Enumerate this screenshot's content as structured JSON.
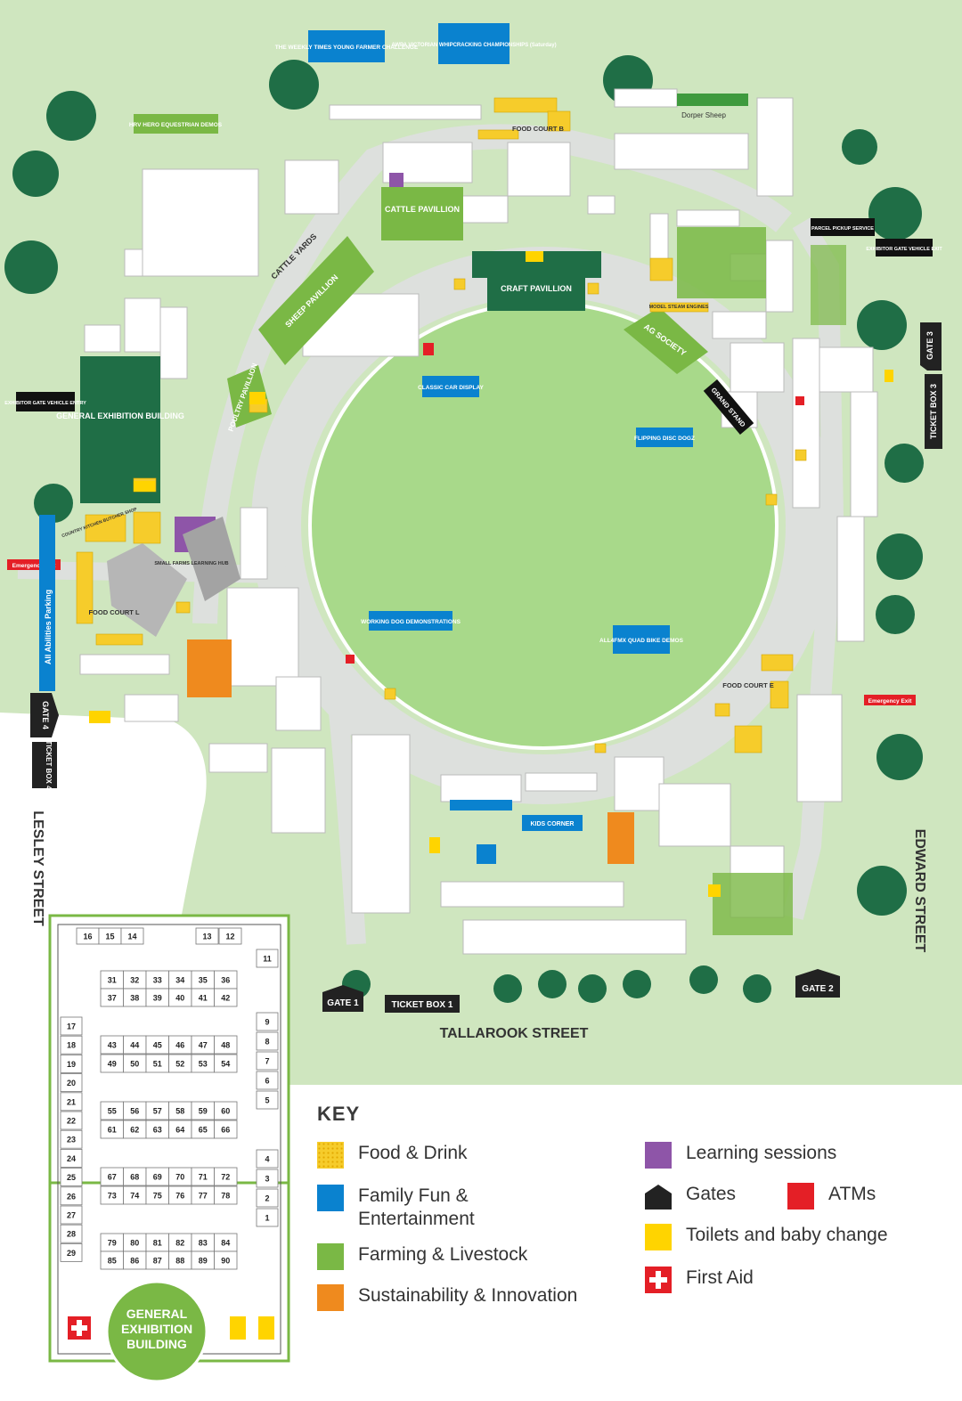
{
  "streets": {
    "lesley": "LESLEY STREET",
    "edward": "EDWARD STREET",
    "tallarook": "TALLAROOK STREET"
  },
  "gates": {
    "gate1": "GATE 1",
    "gate2": "GATE 2",
    "gate3": "GATE 3",
    "gate4": "GATE 4",
    "ticket1": "TICKET BOX 1",
    "ticket3": "TICKET BOX 3",
    "ticket4": "TICKET BOX 4"
  },
  "signs": {
    "exhibitor_gate_left": "EXHIBITOR GATE VEHICLE ENTRY",
    "exhibitor_gate_right": "EXHIBITOR GATE VEHICLE EXIT",
    "parcel_pickup": "PARCEL PICKUP SERVICE",
    "emergency_left": "Emergency Exit",
    "emergency_right": "Emergency Exit",
    "all_abilities": "All Abilities Parking",
    "grand_stand": "GRAND STAND"
  },
  "events": {
    "young_farmer": "THE WEEKLY TIMES YOUNG FARMER CHALLENGE",
    "whipcracking": "AWPA VICTORIAN WHIPCRACKING CHAMPIONSHIPS (Saturday)",
    "classic_car": "CLASSIC CAR DISPLAY",
    "flipping_disc": "FLIPPING DISC DOGZ",
    "working_dog": "WORKING DOG DEMONSTRATIONS",
    "all4fmx": "ALL4FMX QUAD BIKE DEMOS",
    "kids_corner": "KIDS CORNER",
    "hrv_hero": "HRV HERO EQUESTRIAN DEMOS"
  },
  "buildings": {
    "cattle_pavillion": "CATTLE PAVILLION",
    "craft_pavillion": "CRAFT PAVILLION",
    "sheep_pavillion": "SHEEP PAVILLION",
    "poultry_pavillion": "POULTRY PAVILLION",
    "general_exhibition": "GENERAL EXHIBITION BUILDING",
    "ag_society": "AG SOCIETY",
    "cattle_yards": "CATTLE YARDS",
    "food_court_b": "FOOD COURT B",
    "food_court_e": "FOOD COURT E",
    "food_court_l": "FOOD COURT L",
    "dorper_sheep": "Dorper Sheep",
    "model_steam": "MODEL STEAM ENGINES",
    "small_farms": "SMALL FARMS LEARNING HUB",
    "country_kitchen": "COUNTRY KITCHEN BUTCHER SHOP"
  },
  "inset": {
    "label": "GENERAL EXHIBITION BUILDING",
    "top_row": [
      "16",
      "15",
      "14",
      "13",
      "12"
    ],
    "right_col_top": [
      "11"
    ],
    "right_col": [
      "9",
      "8",
      "7",
      "6",
      "5"
    ],
    "right_col_low": [
      "4",
      "3",
      "2",
      "1"
    ],
    "left_col": [
      "17",
      "18",
      "19",
      "20",
      "21",
      "22",
      "23",
      "24",
      "25",
      "26",
      "27",
      "28",
      "29"
    ],
    "grid": [
      [
        "31",
        "32",
        "33",
        "34",
        "35",
        "36"
      ],
      [
        "37",
        "38",
        "39",
        "40",
        "41",
        "42"
      ],
      [
        "43",
        "44",
        "45",
        "46",
        "47",
        "48"
      ],
      [
        "49",
        "50",
        "51",
        "52",
        "53",
        "54"
      ],
      [
        "55",
        "56",
        "57",
        "58",
        "59",
        "60"
      ],
      [
        "61",
        "62",
        "63",
        "64",
        "65",
        "66"
      ],
      [
        "67",
        "68",
        "69",
        "70",
        "71",
        "72"
      ],
      [
        "73",
        "74",
        "75",
        "76",
        "77",
        "78"
      ],
      [
        "79",
        "80",
        "81",
        "82",
        "83",
        "84"
      ],
      [
        "85",
        "86",
        "87",
        "88",
        "89",
        "90"
      ]
    ]
  },
  "key": {
    "title": "KEY",
    "food": "Food & Drink",
    "fun": "Family Fun & Entertainment",
    "farming": "Farming & Livestock",
    "sustainability": "Sustainability & Innovation",
    "learning": "Learning sessions",
    "gates": "Gates",
    "atms": "ATMs",
    "toilets": "Toilets and baby change",
    "first_aid": "First Aid"
  },
  "colors": {
    "food": "#f6cc2b",
    "fun": "#0a82cf",
    "farming": "#7ab845",
    "sustainability": "#ef8a1e",
    "learning": "#8e55a8",
    "atm": "#e41f26",
    "dark_green": "#1f6e46",
    "gate": "#222222"
  }
}
